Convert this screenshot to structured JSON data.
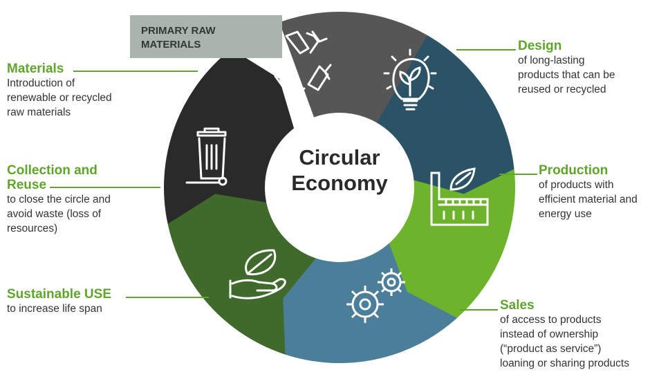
{
  "center": {
    "title": "Circular\nEconomy"
  },
  "input_label": "PRIMARY RAW\nMATERIALS",
  "stages": {
    "design": {
      "title": "Design",
      "description": "of long-lasting\nproducts that can be\nreused or recycled",
      "color": "#2c5266",
      "icon": "lightbulb-leaf-icon"
    },
    "production": {
      "title": "Production",
      "description": "of products with\nefficient material and\nenergy use",
      "color": "#6eb32c",
      "icon": "factory-leaf-icon"
    },
    "sales": {
      "title": "Sales",
      "description": "of access to products\ninstead of ownership\n(“product as service”)\nloaning or sharing products",
      "color": "#4b7f99",
      "icon": "gears-icon"
    },
    "sustainable_use": {
      "title": "Sustainable USE",
      "description": "to increase life span",
      "color": "#3f6a2c",
      "icon": "hand-leaf-icon"
    },
    "collection_reuse": {
      "title": "Collection and\nReuse",
      "description": "to close the circle and\navoid waste (loss of\nresources)",
      "color": "#2a2a2a",
      "icon": "wheelie-bin-icon"
    },
    "materials": {
      "title": "Materials",
      "description": "Introduction of\nrenewable or recycled\nraw materials",
      "color": "#565656",
      "icon": "recycle-icon"
    }
  },
  "colors": {
    "accent_green": "#5fa52b",
    "input_box": "#a9b4ac",
    "center_fill": "#ffffff"
  }
}
